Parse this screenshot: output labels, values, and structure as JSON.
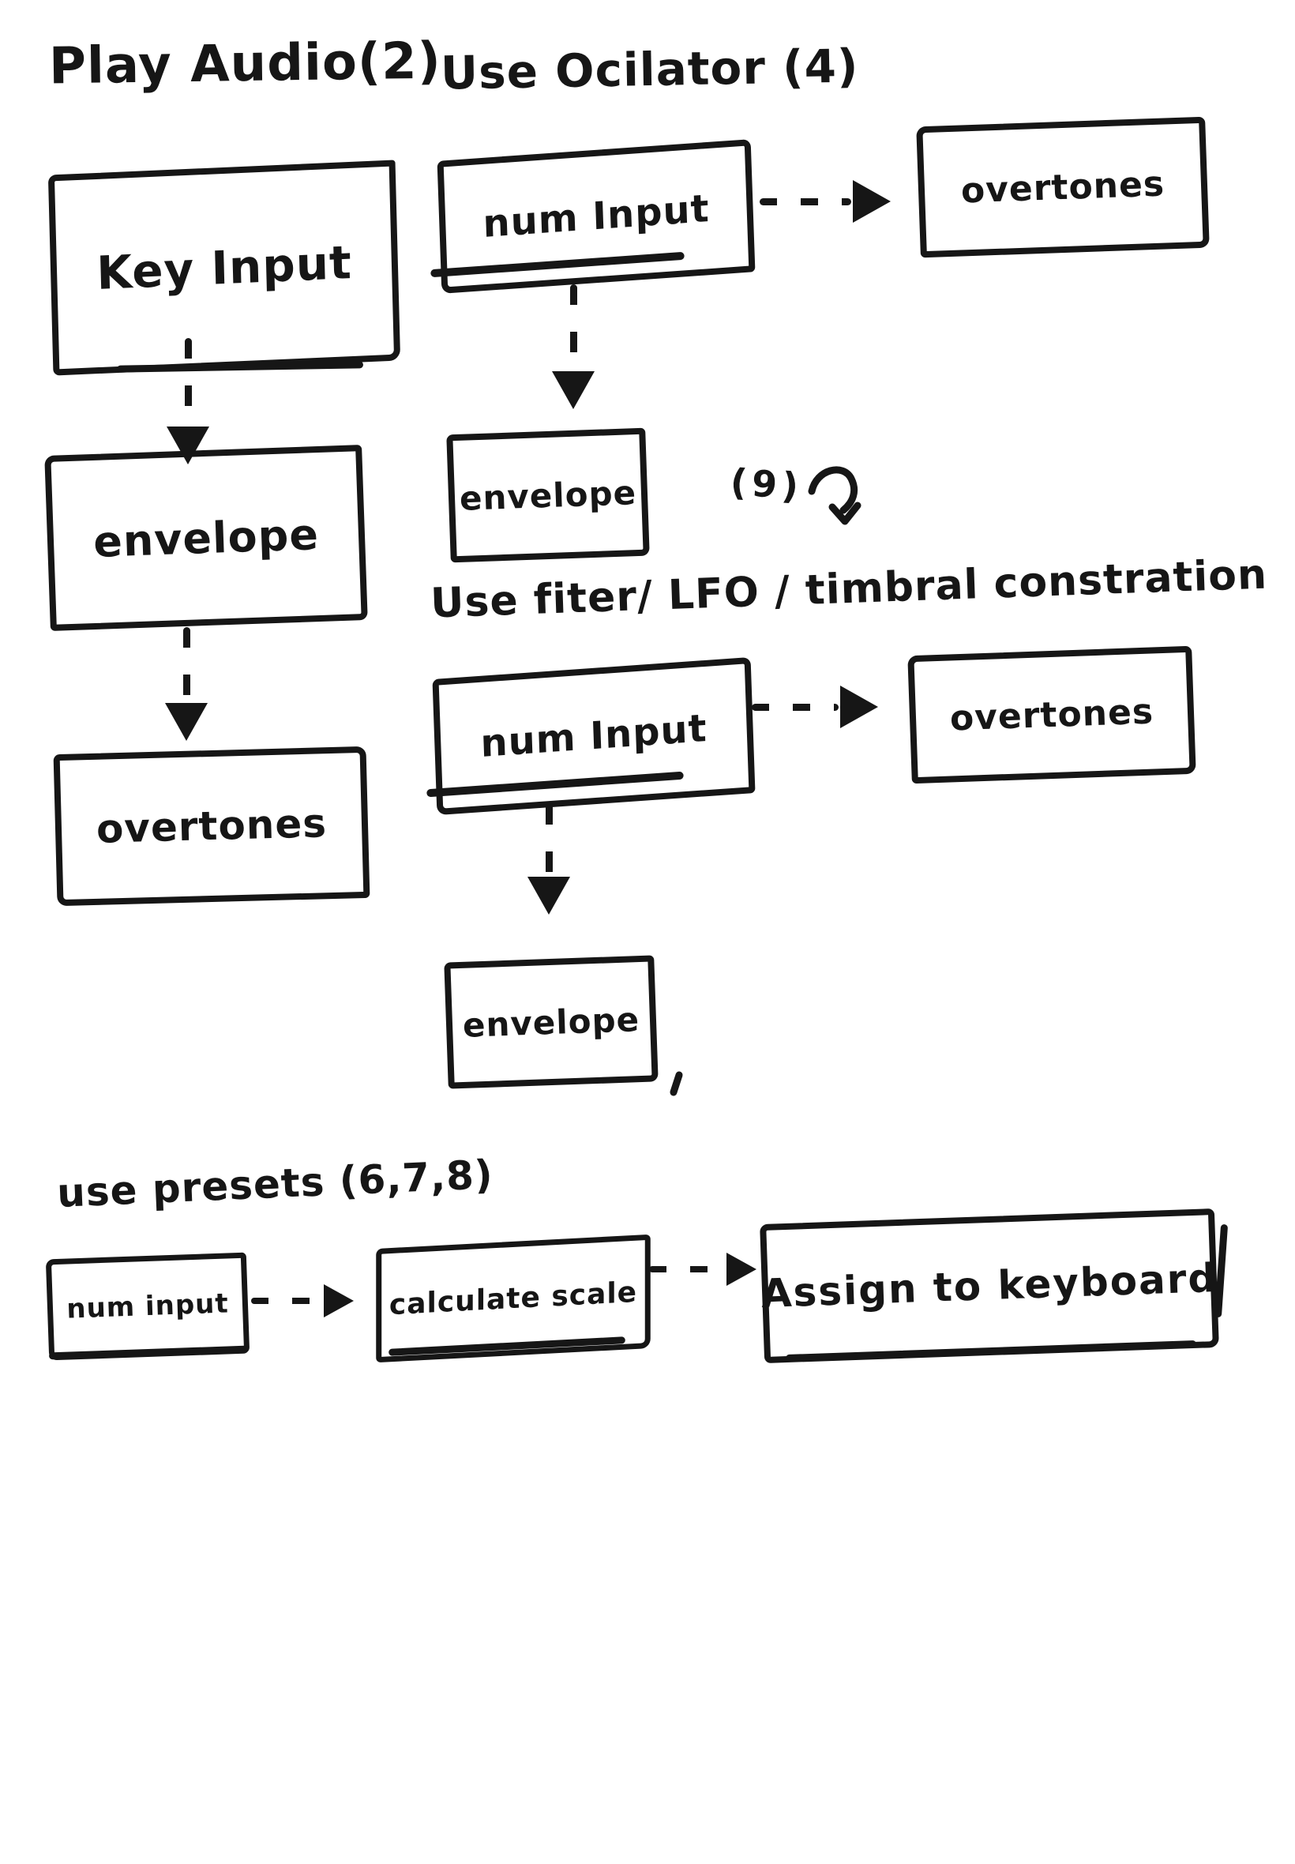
{
  "ink_color": "#161616",
  "background_color": "#ffffff",
  "sections": {
    "play_audio": {
      "title": "Play Audio(2)",
      "key_input": "Key Input",
      "envelope": "envelope",
      "overtones": "overtones"
    },
    "use_oscillator": {
      "title": "Use Ocilator (4)",
      "num_input": "num Input",
      "overtones": "overtones",
      "envelope": "envelope",
      "step_note": "(9)"
    },
    "use_filter": {
      "title": "Use fiter/ LFO / timbral constration",
      "num_input": "num Input",
      "overtones": "overtones",
      "envelope": "envelope"
    },
    "use_presets": {
      "title": "use presets (6,7,8)",
      "num_input": "num input",
      "calculate_scale": "calculate scale",
      "assign_to_keyboard": "Assign to keyboard"
    }
  }
}
